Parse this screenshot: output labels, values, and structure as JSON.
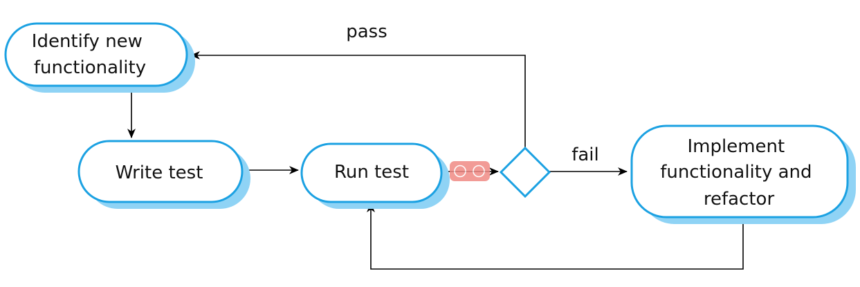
{
  "colors": {
    "node_border": "#1ba1e2",
    "node_shadow": "#8fd3f5",
    "node_fill": "#ffffff",
    "edge": "#000000",
    "text": "#111111",
    "overlay_badge": "#f08a84"
  },
  "nodes": {
    "identify": {
      "lines": [
        "Identify new",
        "functionality"
      ]
    },
    "write_test": {
      "lines": [
        "Write test"
      ]
    },
    "run_test": {
      "lines": [
        "Run test"
      ]
    },
    "implement": {
      "lines": [
        "Implement",
        "functionality and",
        "refactor"
      ]
    }
  },
  "decision": {
    "icon": "decision-diamond"
  },
  "edges": {
    "pass_label": "pass",
    "fail_label": "fail"
  },
  "overlay": {
    "icon": "record-indicator-icon"
  }
}
